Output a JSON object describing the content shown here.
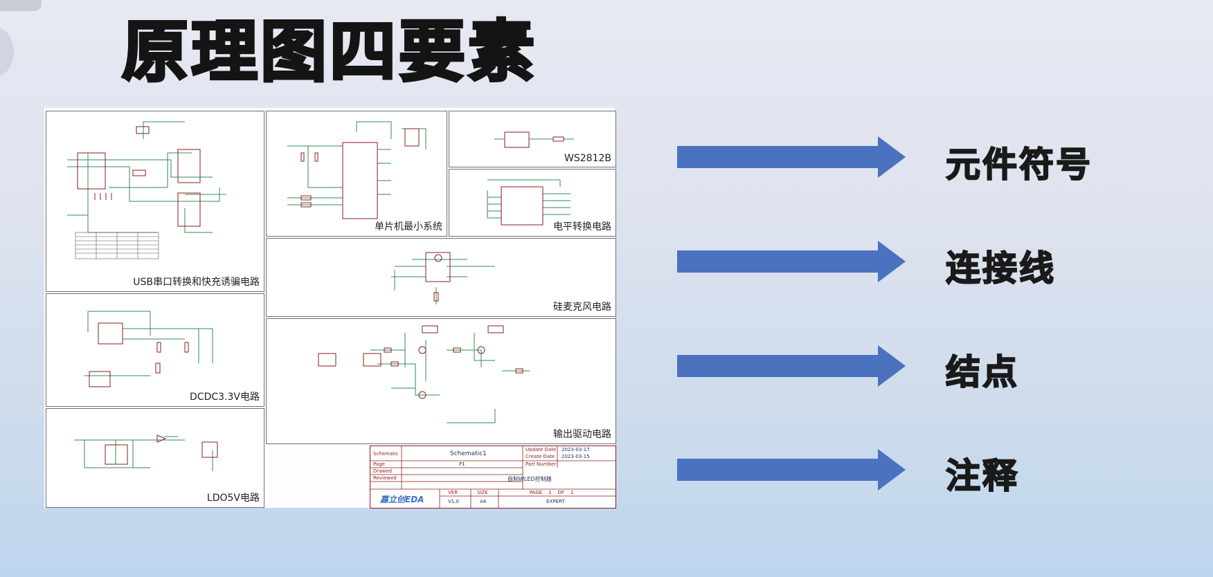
{
  "slide": {
    "title": "原理图四要素"
  },
  "schematic": {
    "panels": [
      {
        "id": "usb",
        "label": "USB串口转换和快充诱骗电路"
      },
      {
        "id": "mcu",
        "label": "单片机最小系统"
      },
      {
        "id": "ws2812b",
        "label": "WS2812B"
      },
      {
        "id": "level",
        "label": "电平转换电路"
      },
      {
        "id": "mic",
        "label": "硅麦克风电路"
      },
      {
        "id": "dcdc",
        "label": "DCDC3.3V电路"
      },
      {
        "id": "driver",
        "label": "输出驱动电路"
      },
      {
        "id": "ldo",
        "label": "LDO5V电路"
      }
    ],
    "title_block": {
      "schematic_key": "Schematic",
      "schematic_val": "Schematic1",
      "page_key": "Page",
      "page_val": "P1",
      "drawed_key": "Drawed",
      "reviewed_key": "Reviewed",
      "update_key": "Update Date",
      "update_val": "2023-03-17",
      "create_key": "Create Date",
      "create_val": "2023-03-15",
      "partnum_key": "Part Number",
      "project": "自制WLED控制器",
      "brand": "嘉立创EDA",
      "ver_key": "VER",
      "ver_val": "V1.0",
      "size_key": "SIZE",
      "size_val": "A4",
      "page_of": "PAGE    1    OF    1",
      "expert": "EXPERT"
    }
  },
  "elements": [
    {
      "label": "元件符号"
    },
    {
      "label": "连接线"
    },
    {
      "label": "结点"
    },
    {
      "label": "注释"
    }
  ],
  "colors": {
    "arrow": "#4a72bf",
    "wire": "#2e8b57",
    "component": "#8b1b1b",
    "title": "#141414"
  }
}
